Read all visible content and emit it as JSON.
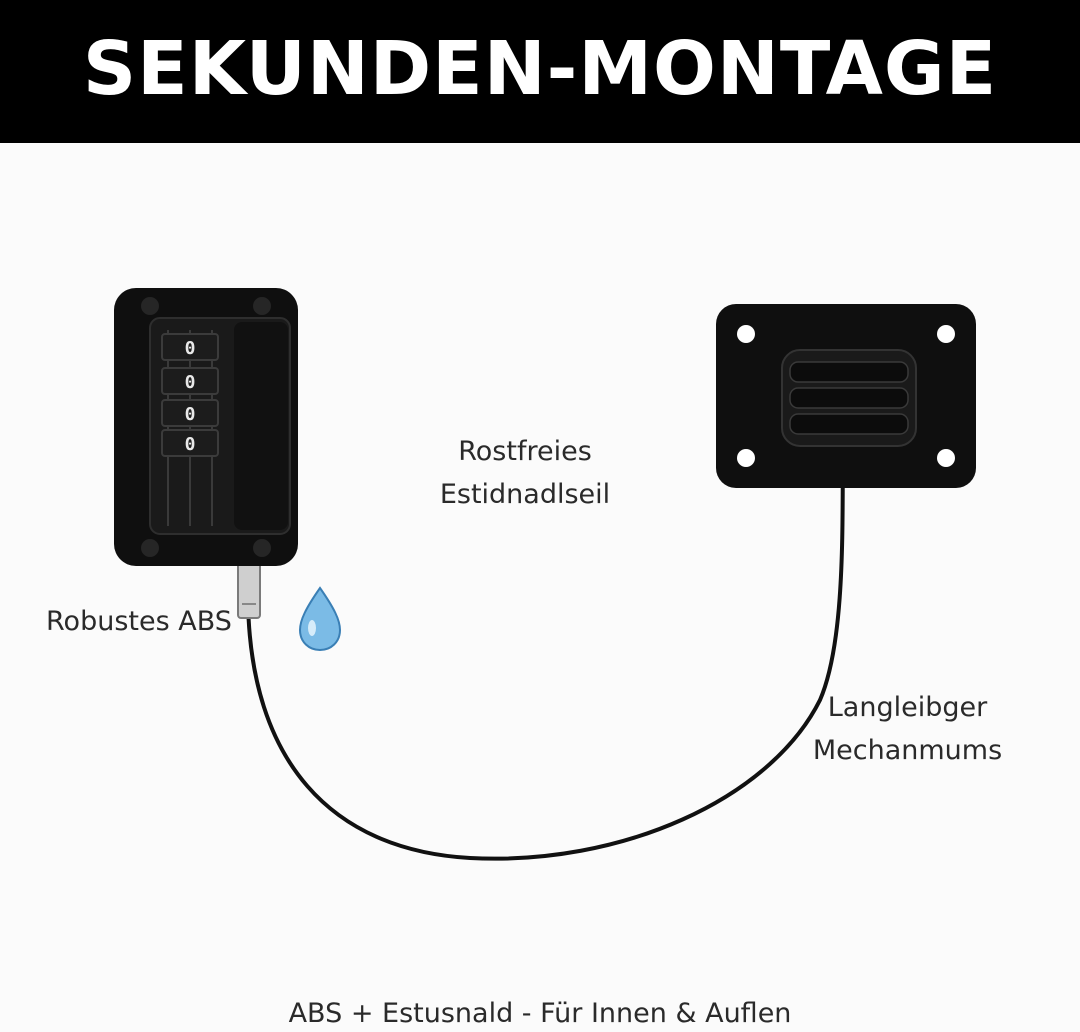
{
  "header": {
    "title": "SEKUNDEN-MONTAGE"
  },
  "labels": {
    "steel_cable": [
      "Rostfreies",
      "Estidnadlseil"
    ],
    "abs": "Robustes ABS",
    "mechanism": [
      "Langleibger",
      "Mechanmums"
    ],
    "footer": "ABS + Estusnald - Für Innen & Auflen"
  },
  "lock_dials": [
    "0",
    "0",
    "0",
    "0"
  ],
  "icons": {
    "drop": "water-drop-icon"
  },
  "colors": {
    "header_bg": "#000000",
    "header_text": "#ffffff",
    "product": "#0d0d0d",
    "drop": "#6fb3e0"
  }
}
